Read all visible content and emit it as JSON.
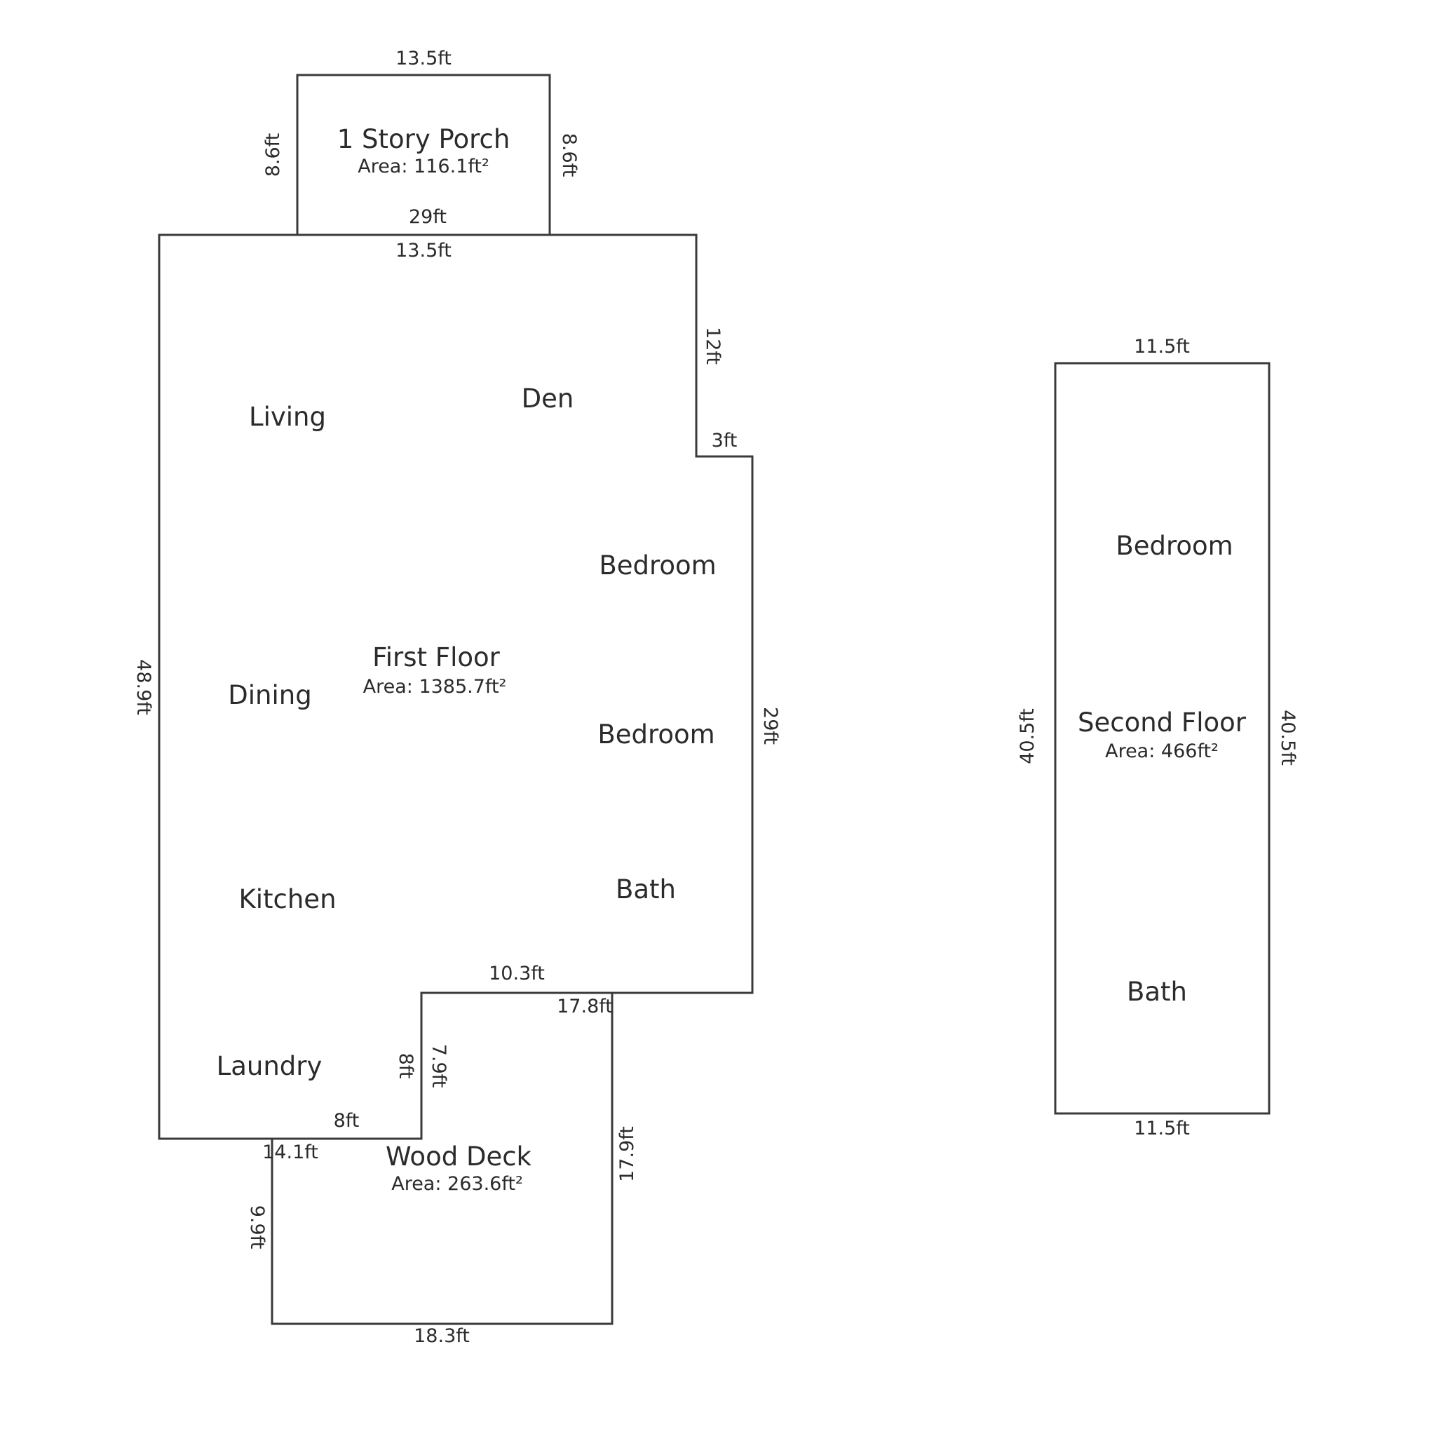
{
  "porch": {
    "title": "1 Story Porch",
    "area": "Area: 116.1ft²",
    "dims": {
      "top": "13.5ft",
      "left": "8.6ft",
      "right": "8.6ft",
      "bottom": "13.5ft"
    }
  },
  "first_floor": {
    "title": "First Floor",
    "area": "Area: 1385.7ft²",
    "rooms": {
      "living": "Living",
      "den": "Den",
      "bedroom_1": "Bedroom",
      "dining": "Dining",
      "bedroom_2": "Bedroom",
      "kitchen": "Kitchen",
      "bath": "Bath",
      "laundry": "Laundry"
    },
    "dims": {
      "top": "29ft",
      "right_upper": "12ft",
      "step": "3ft",
      "right_lower": "29ft",
      "left": "48.9ft",
      "bottom_right": "10.3ft",
      "notch_vertical": "8ft",
      "bottom_left": "8ft"
    }
  },
  "wood_deck": {
    "title": "Wood Deck",
    "area": "Area: 263.6ft²",
    "dims": {
      "top_right": "17.8ft",
      "top_left": "14.1ft",
      "left_upper": "7.9ft",
      "right": "17.9ft",
      "left_lower": "9.9ft",
      "bottom": "18.3ft"
    }
  },
  "second_floor": {
    "title": "Second Floor",
    "area": "Area: 466ft²",
    "rooms": {
      "bedroom": "Bedroom",
      "bath": "Bath"
    },
    "dims": {
      "top": "11.5ft",
      "bottom": "11.5ft",
      "left": "40.5ft",
      "right": "40.5ft"
    }
  }
}
